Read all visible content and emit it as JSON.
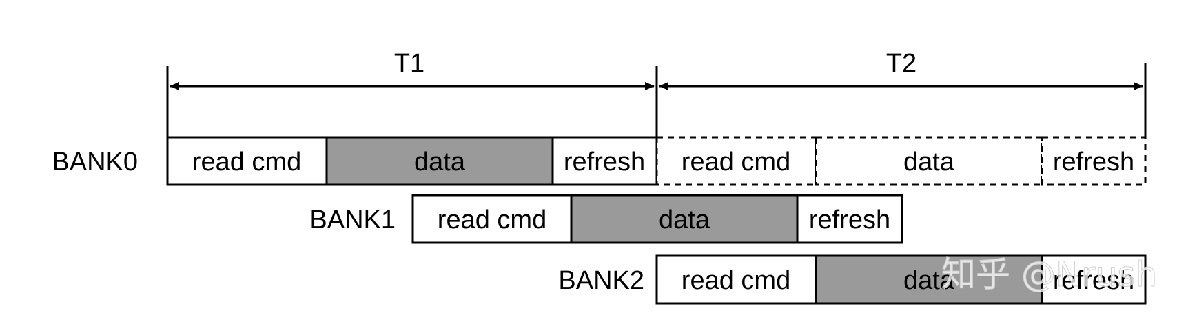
{
  "periods": [
    {
      "label": "T1"
    },
    {
      "label": "T2"
    }
  ],
  "banks": [
    {
      "label": "BANK0",
      "segments": [
        {
          "label": "read cmd",
          "fill": "#ffffff",
          "dashed": false
        },
        {
          "label": "data",
          "fill": "#9a9a9a",
          "dashed": false
        },
        {
          "label": "refresh",
          "fill": "#ffffff",
          "dashed": false
        },
        {
          "label": "read cmd",
          "fill": "#ffffff",
          "dashed": true
        },
        {
          "label": "data",
          "fill": "#ffffff",
          "dashed": true
        },
        {
          "label": "refresh",
          "fill": "#ffffff",
          "dashed": true
        }
      ]
    },
    {
      "label": "BANK1",
      "segments": [
        {
          "label": "read cmd",
          "fill": "#ffffff",
          "dashed": false
        },
        {
          "label": "data",
          "fill": "#9a9a9a",
          "dashed": false
        },
        {
          "label": "refresh",
          "fill": "#ffffff",
          "dashed": false
        }
      ]
    },
    {
      "label": "BANK2",
      "segments": [
        {
          "label": "read cmd",
          "fill": "#ffffff",
          "dashed": false
        },
        {
          "label": "data",
          "fill": "#9a9a9a",
          "dashed": false
        },
        {
          "label": "refresh",
          "fill": "#ffffff",
          "dashed": false
        }
      ]
    }
  ],
  "watermark": "知乎 @Nrush",
  "colors": {
    "stroke": "#000000",
    "data_fill": "#9a9a9a",
    "background": "#ffffff"
  }
}
